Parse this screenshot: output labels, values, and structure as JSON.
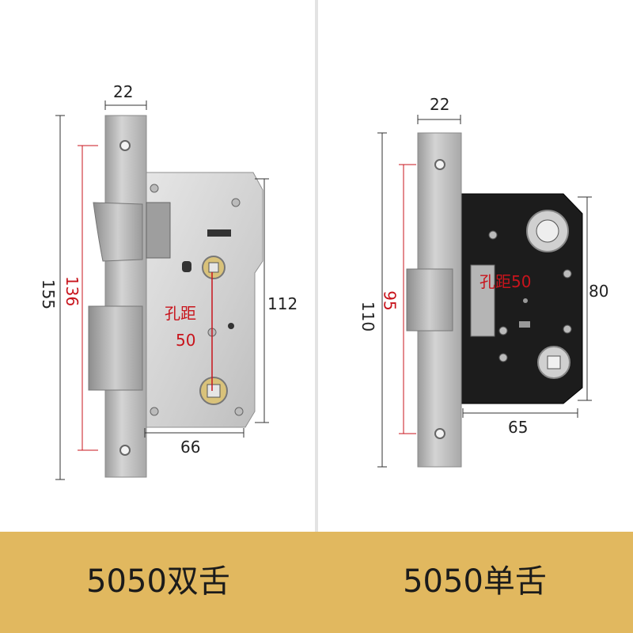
{
  "left_product": {
    "width_label": "22",
    "height_label": "155",
    "hole_span_label": "136",
    "case_height_label": "112",
    "case_width_label": "66",
    "hole_distance_label_line1": "孔距",
    "hole_distance_label_line2": "50",
    "caption": "5050双舌"
  },
  "right_product": {
    "width_label": "22",
    "height_label": "110",
    "hole_span_label": "95",
    "case_height_label": "80",
    "case_width_label": "65",
    "hole_distance_label": "孔距50",
    "caption": "5050单舌"
  },
  "colors": {
    "footer": "#e1b85f",
    "red_dimension": "#c8141c",
    "steel": "#b9b9b9",
    "black_case": "#1c1c1c"
  }
}
